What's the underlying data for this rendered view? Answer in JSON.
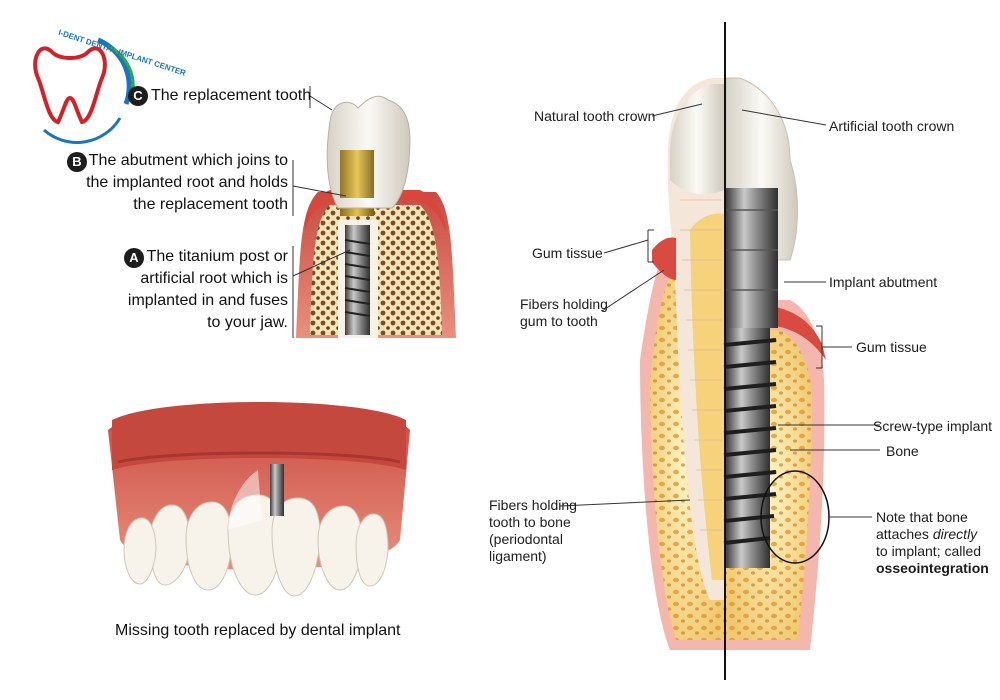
{
  "logo": {
    "text": "I-DENT DENTAL IMPLANT CENTER"
  },
  "left": {
    "c": {
      "letter": "C",
      "text": "The replacement tooth"
    },
    "b": {
      "letter": "B",
      "line1": "The abutment which joins to",
      "line2": "the implanted root and holds",
      "line3": "the replacement tooth"
    },
    "a": {
      "letter": "A",
      "line1": "The titanium post or",
      "line2": "artificial root which is",
      "line3": "implanted in and fuses",
      "line4": "to your jaw."
    },
    "caption": "Missing tooth replaced by dental implant"
  },
  "right": {
    "natural_crown": "Natural tooth crown",
    "artificial_crown": "Artificial tooth crown",
    "gum_left": "Gum tissue",
    "fibers_gum": {
      "line1": "Fibers holding",
      "line2": "gum to tooth"
    },
    "implant_abutment": "Implant abutment",
    "gum_right": "Gum tissue",
    "screw_implant": "Screw-type implant",
    "bone": "Bone",
    "fibers_bone": {
      "line1": "Fibers holding",
      "line2": "tooth to bone",
      "line3": "(periodontal",
      "line4": "ligament)"
    },
    "note": {
      "line1": "Note that bone",
      "line2a": "attaches ",
      "line2b": "directly",
      "line3": "to implant; called",
      "line4": "osseointegration"
    }
  }
}
